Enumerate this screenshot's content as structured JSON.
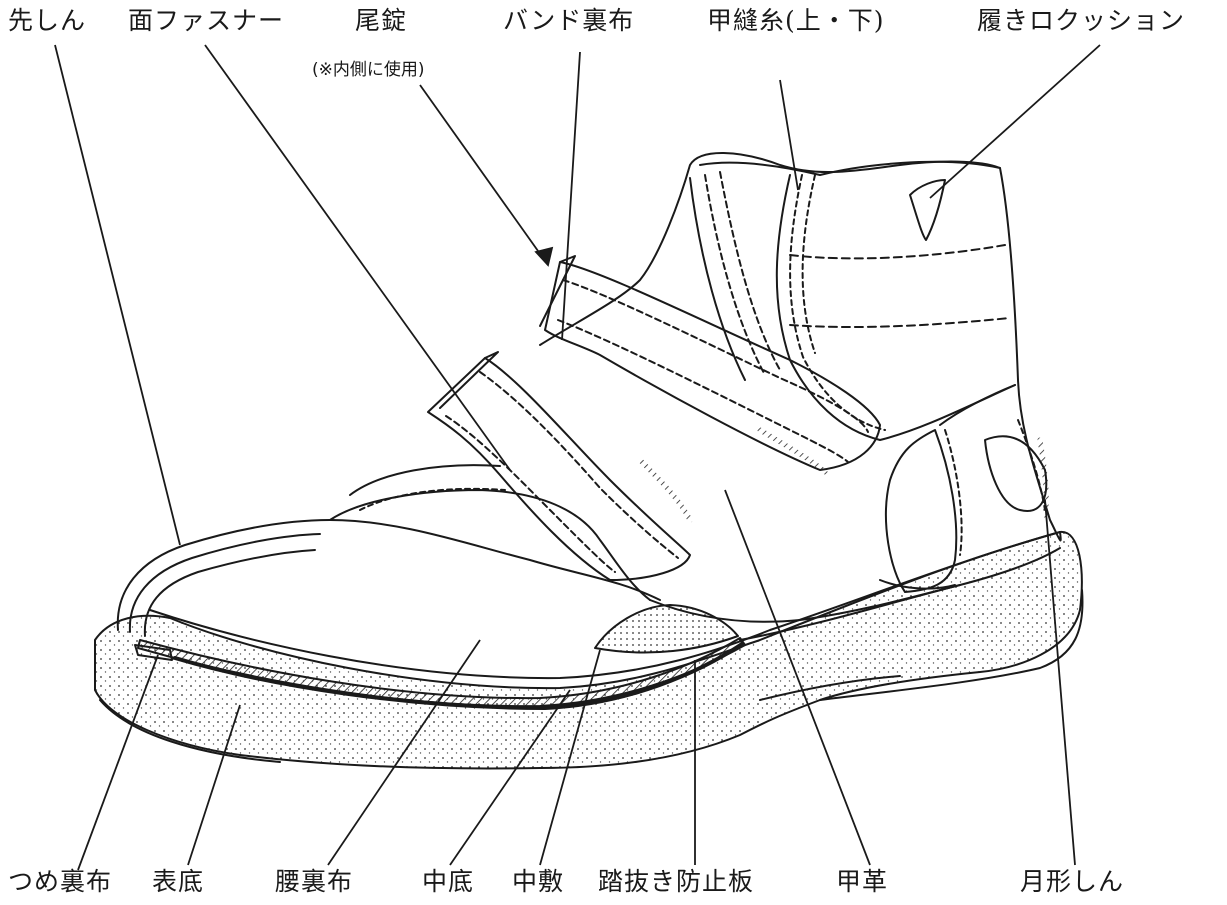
{
  "diagram": {
    "labels_top": [
      {
        "id": "toe-cap",
        "text": "先しん"
      },
      {
        "id": "hook-loop-fastener",
        "text": "面ファスナー"
      },
      {
        "id": "tail-lock",
        "text": "尾錠"
      },
      {
        "id": "band-lining",
        "text": "バンド裏布"
      },
      {
        "id": "upper-thread",
        "text": "甲縫糸(上・下)"
      },
      {
        "id": "collar-cushion",
        "text": "履きロクッション"
      }
    ],
    "note": "(※内側に使用)",
    "labels_bottom": [
      {
        "id": "toe-lining",
        "text": "つめ裏布"
      },
      {
        "id": "outsole",
        "text": "表底"
      },
      {
        "id": "quarter-lining",
        "text": "腰裏布"
      },
      {
        "id": "midsole",
        "text": "中底"
      },
      {
        "id": "insole",
        "text": "中敷"
      },
      {
        "id": "anti-penetration-plate",
        "text": "踏抜き防止板"
      },
      {
        "id": "upper-leather",
        "text": "甲革"
      },
      {
        "id": "heel-counter",
        "text": "月形しん"
      }
    ]
  }
}
